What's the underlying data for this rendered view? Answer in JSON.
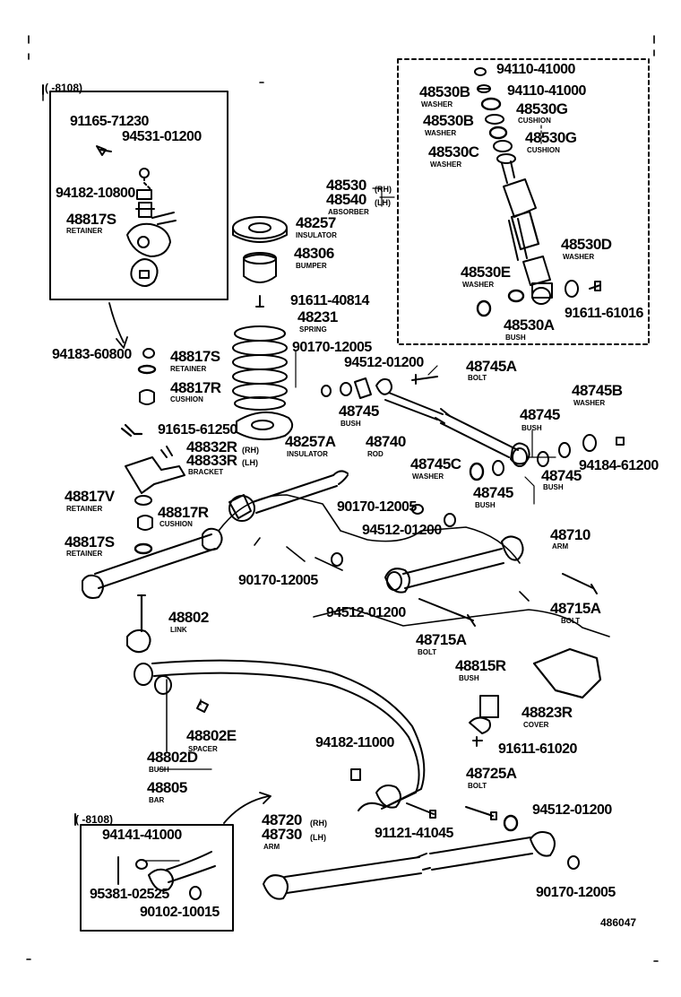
{
  "inset_top": {
    "range": "(   -8108)"
  },
  "inset_bottom": {
    "range": "(   -8108)"
  },
  "parts": {
    "p_9416571230": "91165-71230",
    "p_9453101200a": "94531-01200",
    "p_9418210800": "94182-10800",
    "p_48817S_top": "48817S",
    "p_48817S_top_name": "RETAINER",
    "p_9418360800": "94183-60800",
    "p_48817S_mid": "48817S",
    "p_48817S_mid_name": "RETAINER",
    "p_48817R_mid": "48817R",
    "p_48817R_mid_name": "CUSHION",
    "p_9161561250": "91615-61250",
    "p_48832R": "48832R",
    "p_48833R": "48833R",
    "p_48832_sfx": "(RH)",
    "p_48833_sfx": "(LH)",
    "p_48832_name": "BRACKET",
    "p_48817V": "48817V",
    "p_48817V_name": "RETAINER",
    "p_48817R_low": "48817R",
    "p_48817R_low_name": "CUSHION",
    "p_48817S_low": "48817S",
    "p_48817S_low_name": "RETAINER",
    "p_48802": "48802",
    "p_48802_name": "LINK",
    "p_48802E": "48802E",
    "p_48802E_name": "SPACER",
    "p_48802D": "48802D",
    "p_48802D_name": "BUSH",
    "p_48805": "48805",
    "p_48805_name": "BAR",
    "p_9414141000": "94141-41000",
    "p_9538102525": "95381-02525",
    "p_9010210015": "90102-10015",
    "p_48257": "48257",
    "p_48257_name": "INSULATOR",
    "p_48306": "48306",
    "p_48306_name": "BUMPER",
    "p_9161140814": "91611-40814",
    "p_48231": "48231",
    "p_48231_name": "SPRING",
    "p_9017012005a": "90170-12005",
    "p_9451201200a": "94512-01200",
    "p_48745A": "48745A",
    "p_48745A_name": "BOLT",
    "p_48745_a": "48745",
    "p_48745_a_name": "BUSH",
    "p_48740": "48740",
    "p_48740_name": "ROD",
    "p_48257A": "48257A",
    "p_48257A_name": "INSULATOR",
    "p_48530": "48530",
    "p_48540": "48540",
    "p_48530_sfx": "(RH)",
    "p_48540_sfx": "(LH)",
    "p_48530_name": "ABSORBER",
    "p_9411041000a": "94110-41000",
    "p_9411041000b": "94110-41000",
    "p_48530B_a": "48530B",
    "p_48530B_a_name": "WASHER",
    "p_48530G_a": "48530G",
    "p_48530G_a_name": "CUSHION",
    "p_48530B_b": "48530B",
    "p_48530B_b_name": "WASHER",
    "p_48530G_b": "48530G",
    "p_48530G_b_name": "CUSHION",
    "p_48530C": "48530C",
    "p_48530C_name": "WASHER",
    "p_48530D": "48530D",
    "p_48530D_name": "WASHER",
    "p_48530E": "48530E",
    "p_48530E_name": "WASHER",
    "p_48530A": "48530A",
    "p_48530A_name": "BUSH",
    "p_9161161016": "91611-61016",
    "p_48745B": "48745B",
    "p_48745B_name": "WASHER",
    "p_48745_b": "48745",
    "p_48745_b_name": "BUSH",
    "p_48745C": "48745C",
    "p_48745C_name": "WASHER",
    "p_48745_c": "48745",
    "p_48745_c_name": "BUSH",
    "p_48745_d": "48745",
    "p_48745_d_name": "BUSH",
    "p_9418461200": "94184-61200",
    "p_9017012005b": "90170-12005",
    "p_9451201200b": "94512-01200",
    "p_48710": "48710",
    "p_48710_name": "ARM",
    "p_9017012005c": "90170-12005",
    "p_9451201200c": "94512-01200",
    "p_48715A_a": "48715A",
    "p_48715A_a_name": "BOLT",
    "p_48715A_b": "48715A",
    "p_48715A_b_name": "BOLT",
    "p_48815R": "48815R",
    "p_48815R_name": "BUSH",
    "p_48823R": "48823R",
    "p_48823R_name": "COVER",
    "p_9161161020": "91611-61020",
    "p_9418211000": "94182-11000",
    "p_48725A": "48725A",
    "p_48725A_name": "BOLT",
    "p_9451201200d": "94512-01200",
    "p_48720": "48720",
    "p_48730": "48730",
    "p_48720_sfx": "(RH)",
    "p_48730_sfx": "(LH)",
    "p_48720_name": "ARM",
    "p_9112141045": "91121-41045",
    "p_9017012005d": "90170-12005"
  },
  "reference": "486047"
}
